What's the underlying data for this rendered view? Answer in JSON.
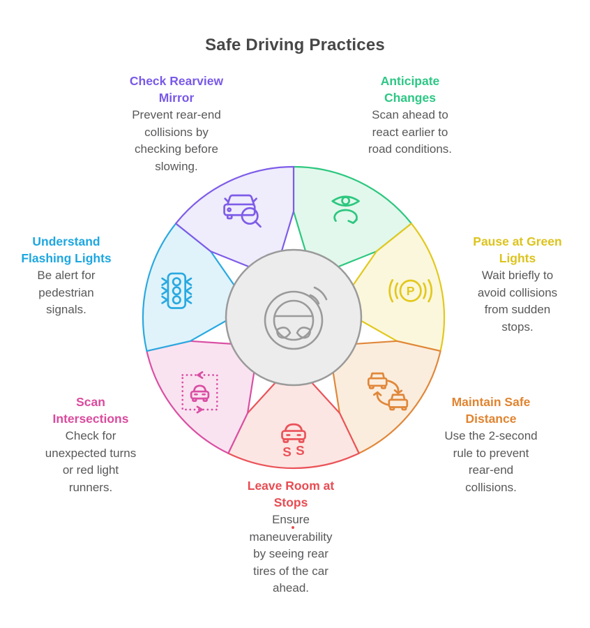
{
  "title": "Safe Driving Practices",
  "colors": {
    "background": "#ffffff",
    "title_text": "#474747",
    "body_text": "#58585a",
    "hub_fill": "#ececec",
    "hub_stroke": "#9a9a9a"
  },
  "hub": {
    "icon": "steering-wheel"
  },
  "segments": [
    {
      "id": "anticipate-changes",
      "icon": "eye-refresh",
      "stroke": "#2dc77f",
      "fill": "#e2f8ec"
    },
    {
      "id": "pause-at-green-lights",
      "icon": "brake-warning",
      "stroke": "#e2c81e",
      "fill": "#fbf7dc"
    },
    {
      "id": "maintain-safe-distance",
      "icon": "car-distance",
      "stroke": "#e0873a",
      "fill": "#fbeddd"
    },
    {
      "id": "leave-room-at-stops",
      "icon": "car-skid",
      "stroke": "#ea5359",
      "fill": "#fce6e3"
    },
    {
      "id": "scan-intersections",
      "icon": "car-scan-box",
      "stroke": "#d94fa3",
      "fill": "#fae3f1"
    },
    {
      "id": "understand-flashing-lights",
      "icon": "traffic-light",
      "stroke": "#29a9e0",
      "fill": "#e0f3fb"
    },
    {
      "id": "check-rearview-mirror",
      "icon": "car-magnifier",
      "stroke": "#7e5ce8",
      "fill": "#efecfc"
    }
  ],
  "callouts": [
    {
      "id": "check-rearview-mirror",
      "color": "#7959e8",
      "heading": [
        "Check Rearview",
        "Mirror"
      ],
      "body": [
        "Prevent rear-end",
        "collisions by",
        "checking before",
        "slowing."
      ]
    },
    {
      "id": "anticipate-changes",
      "color": "#2dc784",
      "heading": [
        "Anticipate",
        "Changes"
      ],
      "body": [
        "Scan ahead to",
        "react earlier to",
        "road conditions."
      ]
    },
    {
      "id": "pause-at-green-lights",
      "color": "#dcc31d",
      "heading": [
        "Pause at Green",
        "Lights"
      ],
      "body": [
        "Wait briefly to",
        "avoid collisions",
        "from sudden",
        "stops."
      ]
    },
    {
      "id": "maintain-safe-distance",
      "color": "#e08430",
      "heading": [
        "Maintain Safe",
        "Distance"
      ],
      "body": [
        "Use the 2-second",
        "rule to prevent",
        "rear-end",
        "collisions."
      ]
    },
    {
      "id": "leave-room-at-stops",
      "color": "#e74c52",
      "heading": [
        "Leave Room at",
        "Stops"
      ],
      "body": [
        "Ensure",
        "maneuverability",
        "by seeing rear",
        "tires of the car",
        "ahead."
      ]
    },
    {
      "id": "scan-intersections",
      "color": "#db4a9d",
      "heading": [
        "Scan",
        "Intersections"
      ],
      "body": [
        "Check for",
        "unexpected turns",
        "or red light",
        "runners."
      ]
    },
    {
      "id": "understand-flashing-lights",
      "color": "#1ea7e0",
      "heading": [
        "Understand",
        "Flashing Lights"
      ],
      "body": [
        "Be alert for",
        "pedestrian",
        "signals."
      ]
    }
  ]
}
